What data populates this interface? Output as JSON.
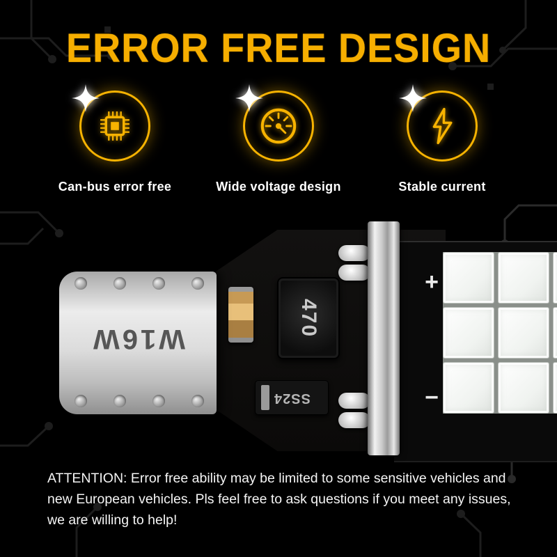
{
  "title": "ERROR FREE DESIGN",
  "features": [
    {
      "label": "Can-bus error free",
      "icon": "chip-icon"
    },
    {
      "label": "Wide voltage design",
      "icon": "gauge-icon"
    },
    {
      "label": "Stable current",
      "icon": "lightning-icon"
    }
  ],
  "product": {
    "base_marking": "W16W",
    "inductor_label": "470",
    "diode_label": "SS24",
    "polarity_plus": "+",
    "polarity_minus": "−"
  },
  "attention_note": "ATTENTION: Error free ability may be limited to some sensitive vehicles and\nnew European vehicles. Pls feel free to ask questions if you meet any issues,\nwe are willing to help!",
  "colors": {
    "accent_yellow": "#F7B301",
    "background": "#000000",
    "text_white": "#FFFFFF"
  }
}
